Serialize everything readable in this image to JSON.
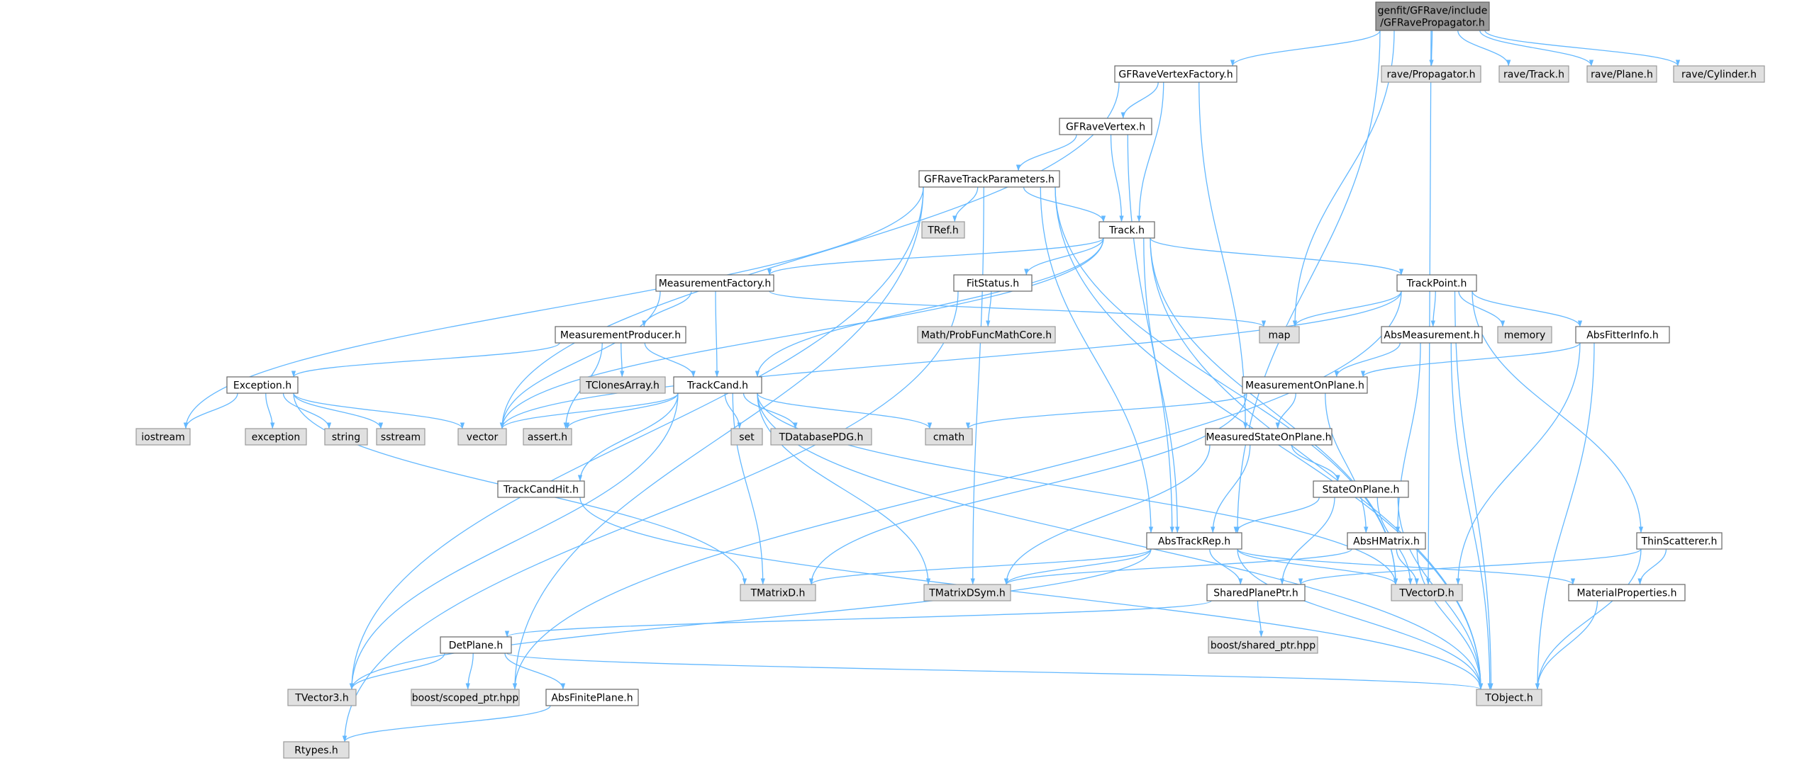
{
  "colors": {
    "edge": "#63b8ff",
    "node_fill": "#ffffff",
    "node_border": "#666666",
    "external_fill": "#e0e0e0",
    "external_border": "#999999",
    "root_fill": "#999999",
    "root_border": "#666666",
    "text": "#000000"
  },
  "nodes": [
    {
      "id": "root",
      "lines": [
        "genfit/GFRave/include",
        "/GFRavePropagator.h"
      ],
      "kind": "root"
    },
    {
      "id": "vertexfactory",
      "lines": [
        "GFRaveVertexFactory.h"
      ],
      "kind": "local"
    },
    {
      "id": "rave_propagator",
      "lines": [
        "rave/Propagator.h"
      ],
      "kind": "external"
    },
    {
      "id": "rave_track",
      "lines": [
        "rave/Track.h"
      ],
      "kind": "external"
    },
    {
      "id": "rave_plane",
      "lines": [
        "rave/Plane.h"
      ],
      "kind": "external"
    },
    {
      "id": "rave_cylinder",
      "lines": [
        "rave/Cylinder.h"
      ],
      "kind": "external"
    },
    {
      "id": "ravevertex",
      "lines": [
        "GFRaveVertex.h"
      ],
      "kind": "local"
    },
    {
      "id": "trackparams",
      "lines": [
        "GFRaveTrackParameters.h"
      ],
      "kind": "local"
    },
    {
      "id": "tref",
      "lines": [
        "TRef.h"
      ],
      "kind": "external"
    },
    {
      "id": "track",
      "lines": [
        "Track.h"
      ],
      "kind": "local"
    },
    {
      "id": "fitstatus",
      "lines": [
        "FitStatus.h"
      ],
      "kind": "local"
    },
    {
      "id": "probfunc",
      "lines": [
        "Math/ProbFuncMathCore.h"
      ],
      "kind": "external"
    },
    {
      "id": "measfactory",
      "lines": [
        "MeasurementFactory.h"
      ],
      "kind": "local"
    },
    {
      "id": "trackpoint",
      "lines": [
        "TrackPoint.h"
      ],
      "kind": "local"
    },
    {
      "id": "map",
      "lines": [
        "map"
      ],
      "kind": "external"
    },
    {
      "id": "absmeas",
      "lines": [
        "AbsMeasurement.h"
      ],
      "kind": "local"
    },
    {
      "id": "memory",
      "lines": [
        "memory"
      ],
      "kind": "external"
    },
    {
      "id": "absfitterinfo",
      "lines": [
        "AbsFitterInfo.h"
      ],
      "kind": "local"
    },
    {
      "id": "measproducer",
      "lines": [
        "MeasurementProducer.h"
      ],
      "kind": "local"
    },
    {
      "id": "tclonesarray",
      "lines": [
        "TClonesArray.h"
      ],
      "kind": "external"
    },
    {
      "id": "measonplane",
      "lines": [
        "MeasurementOnPlane.h"
      ],
      "kind": "local"
    },
    {
      "id": "exception",
      "lines": [
        "Exception.h"
      ],
      "kind": "local"
    },
    {
      "id": "trackcand",
      "lines": [
        "TrackCand.h"
      ],
      "kind": "local"
    },
    {
      "id": "iostream",
      "lines": [
        "iostream"
      ],
      "kind": "external"
    },
    {
      "id": "exception_std",
      "lines": [
        "exception"
      ],
      "kind": "external"
    },
    {
      "id": "string",
      "lines": [
        "string"
      ],
      "kind": "external"
    },
    {
      "id": "sstream",
      "lines": [
        "sstream"
      ],
      "kind": "external"
    },
    {
      "id": "vector",
      "lines": [
        "vector"
      ],
      "kind": "external"
    },
    {
      "id": "assert",
      "lines": [
        "assert.h"
      ],
      "kind": "external"
    },
    {
      "id": "set",
      "lines": [
        "set"
      ],
      "kind": "external"
    },
    {
      "id": "tdatabasepdg",
      "lines": [
        "TDatabasePDG.h"
      ],
      "kind": "external"
    },
    {
      "id": "cmath",
      "lines": [
        "cmath"
      ],
      "kind": "external"
    },
    {
      "id": "measstate",
      "lines": [
        "MeasuredStateOnPlane.h"
      ],
      "kind": "local"
    },
    {
      "id": "stateonplane",
      "lines": [
        "StateOnPlane.h"
      ],
      "kind": "local"
    },
    {
      "id": "trackcandhit",
      "lines": [
        "TrackCandHit.h"
      ],
      "kind": "local"
    },
    {
      "id": "abstrackrep",
      "lines": [
        "AbsTrackRep.h"
      ],
      "kind": "local"
    },
    {
      "id": "abshmatrix",
      "lines": [
        "AbsHMatrix.h"
      ],
      "kind": "local"
    },
    {
      "id": "thinscatterer",
      "lines": [
        "ThinScatterer.h"
      ],
      "kind": "local"
    },
    {
      "id": "tmatrixd",
      "lines": [
        "TMatrixD.h"
      ],
      "kind": "external"
    },
    {
      "id": "tmatrixdsym",
      "lines": [
        "TMatrixDSym.h"
      ],
      "kind": "external"
    },
    {
      "id": "sharedplaneptr",
      "lines": [
        "SharedPlanePtr.h"
      ],
      "kind": "local"
    },
    {
      "id": "tvectord",
      "lines": [
        "TVectorD.h"
      ],
      "kind": "external"
    },
    {
      "id": "materialprops",
      "lines": [
        "MaterialProperties.h"
      ],
      "kind": "local"
    },
    {
      "id": "detplane",
      "lines": [
        "DetPlane.h"
      ],
      "kind": "local"
    },
    {
      "id": "boost_shared",
      "lines": [
        "boost/shared_ptr.hpp"
      ],
      "kind": "external"
    },
    {
      "id": "tvector3",
      "lines": [
        "TVector3.h"
      ],
      "kind": "external"
    },
    {
      "id": "boost_scoped",
      "lines": [
        "boost/scoped_ptr.hpp"
      ],
      "kind": "external"
    },
    {
      "id": "absfiniteplane",
      "lines": [
        "AbsFinitePlane.h"
      ],
      "kind": "local"
    },
    {
      "id": "tobject",
      "lines": [
        "TObject.h"
      ],
      "kind": "external"
    },
    {
      "id": "rtypes",
      "lines": [
        "Rtypes.h"
      ],
      "kind": "external"
    }
  ],
  "edges": [
    [
      "root",
      "vertexfactory"
    ],
    [
      "root",
      "map"
    ],
    [
      "root",
      "abstrackrep"
    ],
    [
      "root",
      "rave_propagator"
    ],
    [
      "root",
      "rave_track"
    ],
    [
      "root",
      "rave_plane"
    ],
    [
      "root",
      "rave_cylinder"
    ],
    [
      "root",
      "tvectord"
    ],
    [
      "vertexfactory",
      "ravevertex"
    ],
    [
      "vertexfactory",
      "track"
    ],
    [
      "vertexfactory",
      "measstate"
    ],
    [
      "vertexfactory",
      "vector"
    ],
    [
      "ravevertex",
      "trackparams"
    ],
    [
      "ravevertex",
      "track"
    ],
    [
      "ravevertex",
      "abstrackrep"
    ],
    [
      "trackparams",
      "tref"
    ],
    [
      "trackparams",
      "track"
    ],
    [
      "trackparams",
      "abstrackrep"
    ],
    [
      "trackparams",
      "tmatrixdsym"
    ],
    [
      "trackparams",
      "tvectord"
    ],
    [
      "trackparams",
      "iostream"
    ],
    [
      "trackparams",
      "tvector3"
    ],
    [
      "trackparams",
      "boost_scoped"
    ],
    [
      "trackparams",
      "tobject"
    ],
    [
      "track",
      "fitstatus"
    ],
    [
      "track",
      "measfactory"
    ],
    [
      "track",
      "trackpoint"
    ],
    [
      "track",
      "trackcand"
    ],
    [
      "track",
      "abstrackrep"
    ],
    [
      "track",
      "vector"
    ],
    [
      "track",
      "tvectord"
    ],
    [
      "track",
      "tobject"
    ],
    [
      "fitstatus",
      "probfunc"
    ],
    [
      "fitstatus",
      "rtypes"
    ],
    [
      "measfactory",
      "measproducer"
    ],
    [
      "measfactory",
      "trackcand"
    ],
    [
      "measfactory",
      "map"
    ],
    [
      "measfactory",
      "vector"
    ],
    [
      "trackpoint",
      "map"
    ],
    [
      "trackpoint",
      "memory"
    ],
    [
      "trackpoint",
      "absmeas"
    ],
    [
      "trackpoint",
      "absfitterinfo"
    ],
    [
      "trackpoint",
      "thinscatterer"
    ],
    [
      "trackpoint",
      "vector"
    ],
    [
      "trackpoint",
      "tobject"
    ],
    [
      "trackpoint",
      "boost_scoped"
    ],
    [
      "absmeas",
      "measonplane"
    ],
    [
      "absmeas",
      "abshmatrix"
    ],
    [
      "absmeas",
      "tobject"
    ],
    [
      "absfitterinfo",
      "measonplane"
    ],
    [
      "absfitterinfo",
      "tvectord"
    ],
    [
      "absfitterinfo",
      "tobject"
    ],
    [
      "measproducer",
      "exception"
    ],
    [
      "measproducer",
      "trackcand"
    ],
    [
      "measproducer",
      "tclonesarray"
    ],
    [
      "measproducer",
      "assert"
    ],
    [
      "measonplane",
      "measstate"
    ],
    [
      "measonplane",
      "abshmatrix"
    ],
    [
      "measonplane",
      "cmath"
    ],
    [
      "measonplane",
      "tmatrixd"
    ],
    [
      "exception",
      "iostream"
    ],
    [
      "exception",
      "exception_std"
    ],
    [
      "exception",
      "string"
    ],
    [
      "exception",
      "sstream"
    ],
    [
      "exception",
      "vector"
    ],
    [
      "exception",
      "tmatrixd"
    ],
    [
      "trackcand",
      "trackcandhit"
    ],
    [
      "trackcand",
      "vector"
    ],
    [
      "trackcand",
      "assert"
    ],
    [
      "trackcand",
      "set"
    ],
    [
      "trackcand",
      "tdatabasepdg"
    ],
    [
      "trackcand",
      "cmath"
    ],
    [
      "trackcand",
      "tmatrixd"
    ],
    [
      "trackcand",
      "tmatrixdsym"
    ],
    [
      "trackcand",
      "tvectord"
    ],
    [
      "trackcand",
      "tvector3"
    ],
    [
      "trackcand",
      "tobject"
    ],
    [
      "trackcandhit",
      "tobject"
    ],
    [
      "measstate",
      "stateonplane"
    ],
    [
      "measstate",
      "abstrackrep"
    ],
    [
      "measstate",
      "tmatrixdsym"
    ],
    [
      "stateonplane",
      "abstrackrep"
    ],
    [
      "stateonplane",
      "sharedplaneptr"
    ],
    [
      "stateonplane",
      "tvectord"
    ],
    [
      "stateonplane",
      "tobject"
    ],
    [
      "abstrackrep",
      "sharedplaneptr"
    ],
    [
      "abstrackrep",
      "materialprops"
    ],
    [
      "abstrackrep",
      "tmatrixd"
    ],
    [
      "abstrackrep",
      "tmatrixdsym"
    ],
    [
      "abstrackrep",
      "tvectord"
    ],
    [
      "abstrackrep",
      "tvector3"
    ],
    [
      "abstrackrep",
      "tobject"
    ],
    [
      "abshmatrix",
      "tmatrixdsym"
    ],
    [
      "abshmatrix",
      "tvectord"
    ],
    [
      "abshmatrix",
      "tobject"
    ],
    [
      "thinscatterer",
      "materialprops"
    ],
    [
      "thinscatterer",
      "sharedplaneptr"
    ],
    [
      "thinscatterer",
      "tobject"
    ],
    [
      "materialprops",
      "tobject"
    ],
    [
      "sharedplaneptr",
      "detplane"
    ],
    [
      "sharedplaneptr",
      "boost_shared"
    ],
    [
      "detplane",
      "tvector3"
    ],
    [
      "detplane",
      "boost_scoped"
    ],
    [
      "detplane",
      "absfiniteplane"
    ],
    [
      "detplane",
      "tobject"
    ],
    [
      "absfiniteplane",
      "rtypes"
    ]
  ]
}
